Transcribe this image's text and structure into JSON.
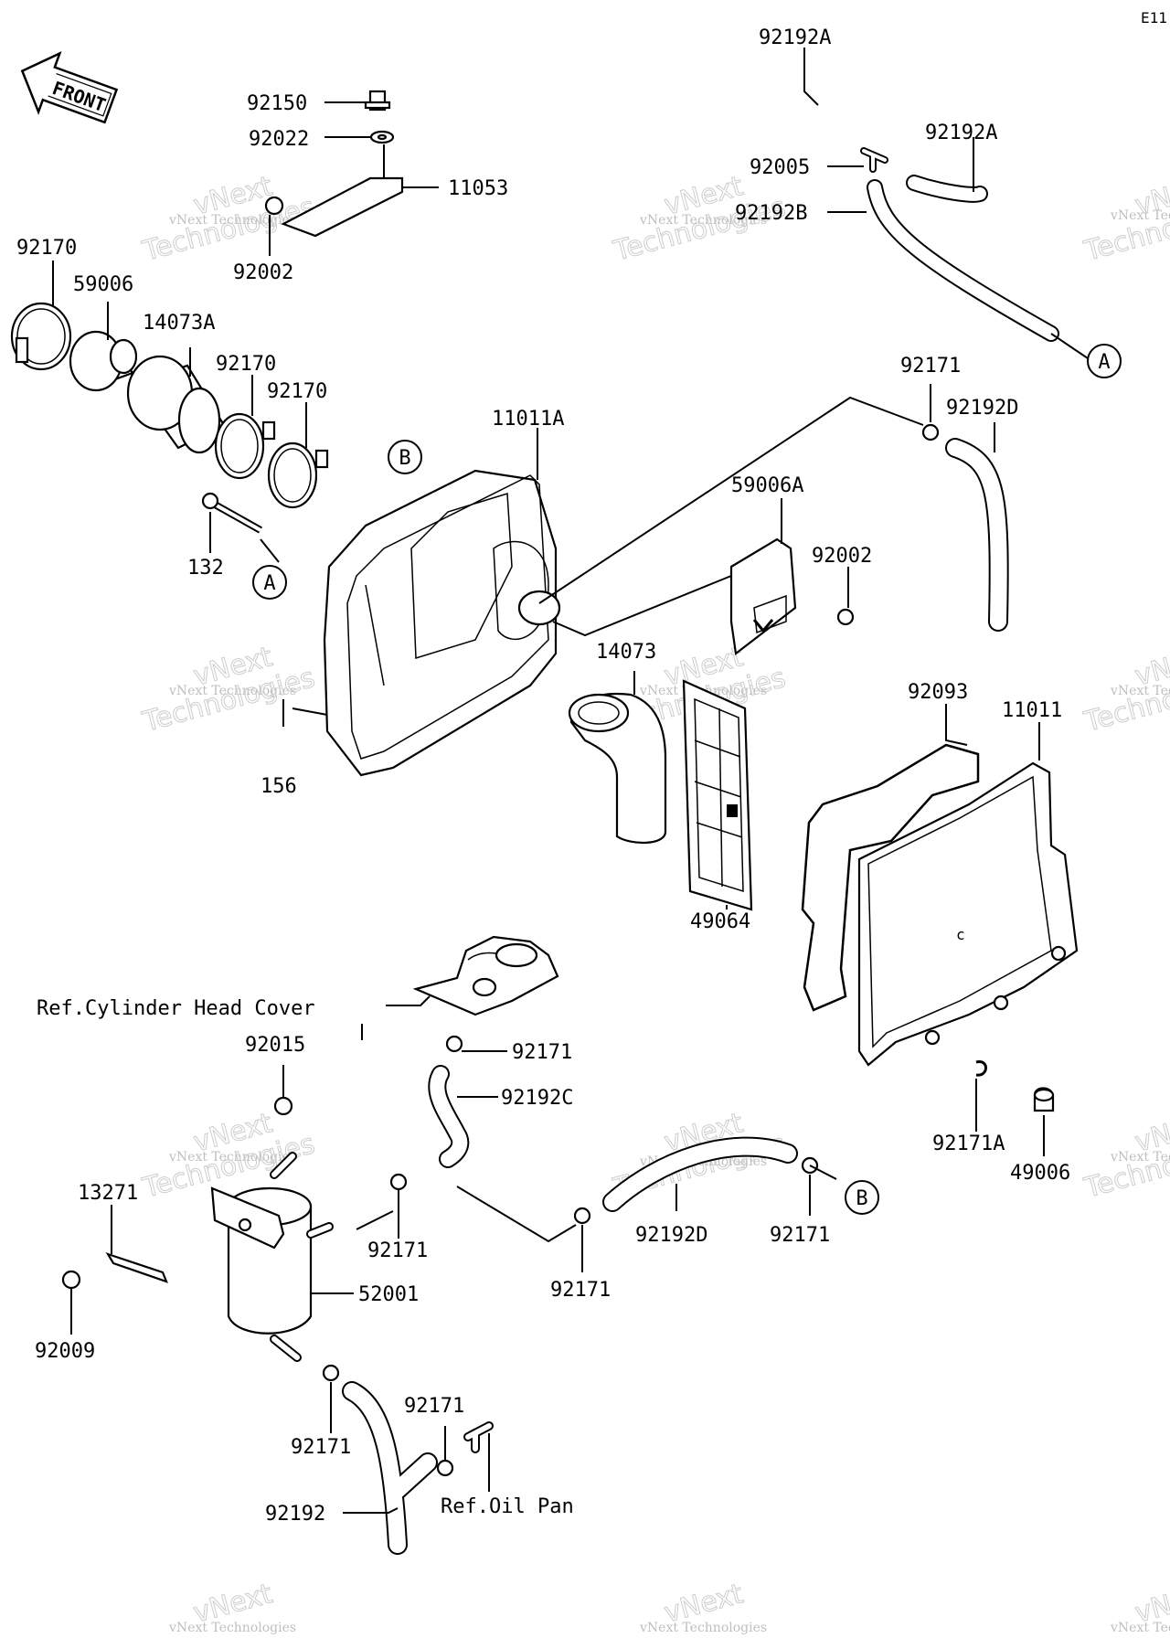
{
  "page_code": "E11",
  "front_label": "FRONT",
  "watermark": {
    "line1": "vNext Technologies",
    "line2": "vNext",
    "line3": "Technologies"
  },
  "callouts": [
    "A",
    "B"
  ],
  "labels": {
    "92192A_top": "92192A",
    "92192A_right": "92192A",
    "92005": "92005",
    "92192B": "92192B",
    "92150": "92150",
    "92022": "92022",
    "11053": "11053",
    "92002_top": "92002",
    "92170_left": "92170",
    "59006": "59006",
    "14073A": "14073A",
    "92170_mid1": "92170",
    "92170_mid2": "92170",
    "11011A": "11011A",
    "92171_top": "92171",
    "92192D_top": "92192D",
    "59006A": "59006A",
    "92002_right": "92002",
    "132": "132",
    "14073": "14073",
    "156": "156",
    "92093": "92093",
    "11011": "11011",
    "49064": "49064",
    "ref_cyl_head": "Ref.Cylinder Head Cover",
    "92171_ch": "92171",
    "92015": "92015",
    "92192C": "92192C",
    "13271": "13271",
    "92171_tank": "92171",
    "92171A": "92171A",
    "49006": "49006",
    "92192D_bottom": "92192D",
    "92171_bottom_right": "92171",
    "52001": "52001",
    "92171_center": "92171",
    "92009": "92009",
    "92171_lower": "92171",
    "92171_drain": "92171",
    "ref_oil_pan": "Ref.Oil Pan",
    "92192": "92192"
  }
}
